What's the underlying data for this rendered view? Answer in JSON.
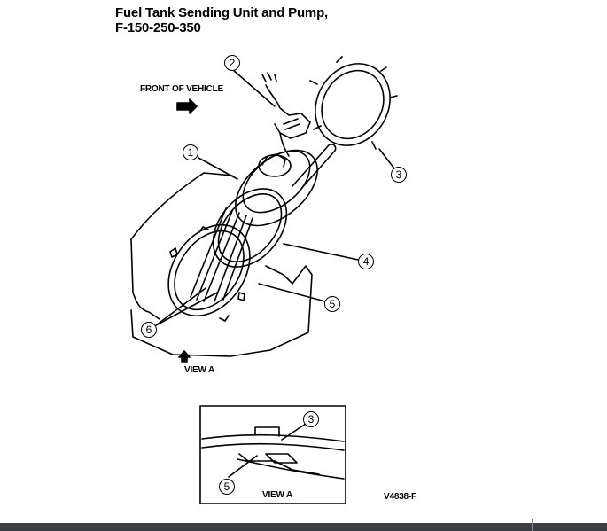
{
  "title": {
    "line1": "Fuel Tank Sending Unit and Pump,",
    "line2": "F-150-250-350"
  },
  "labels": {
    "front_of_vehicle": "FRONT OF VEHICLE",
    "view_a_main": "VIEW A",
    "view_a_inset": "VIEW A",
    "figure_code": "V4838-F"
  },
  "callouts": {
    "c1": "1",
    "c2": "2",
    "c3": "3",
    "c4": "4",
    "c5": "5",
    "c6": "6",
    "inset_c3": "3",
    "inset_c5": "5"
  }
}
